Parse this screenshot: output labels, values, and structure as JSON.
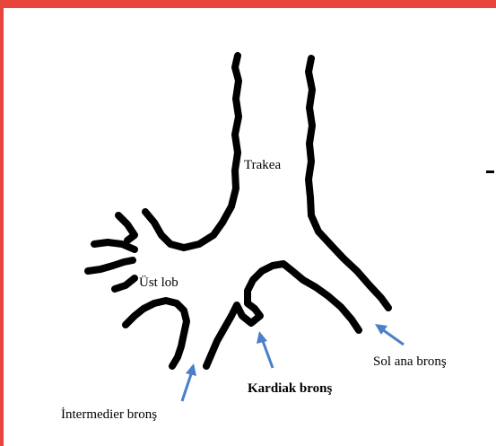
{
  "labels": {
    "trachea": "Trakea",
    "upper_lobe": "Üst lob",
    "left_main_bronchus": "Sol ana bronş",
    "cardiac_bronchus": "Kardiak bronş",
    "intermediate_bronchus": "İntermedier bronş"
  },
  "colors": {
    "frame": "#e8453c",
    "arrow": "#4a7fc9",
    "airway": "#000000"
  }
}
